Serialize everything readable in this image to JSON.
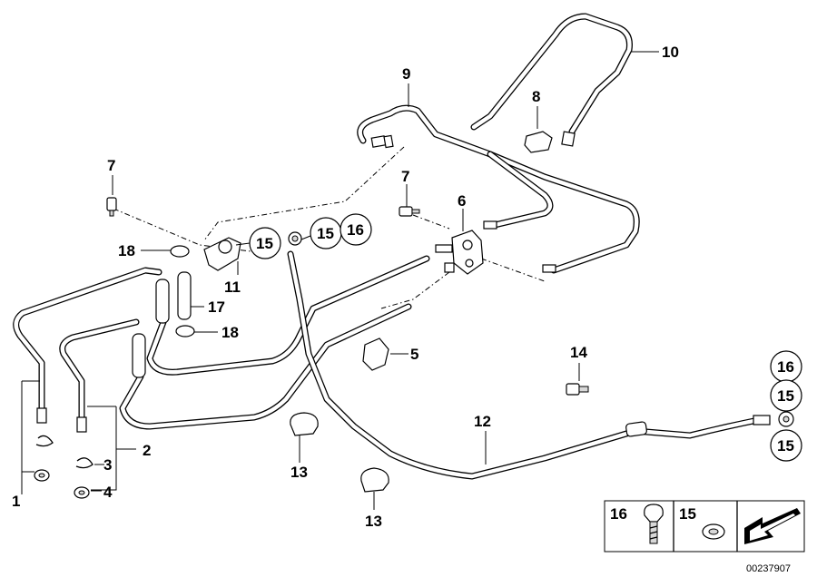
{
  "diagram": {
    "labels": {
      "p1": "1",
      "p2": "2",
      "p3": "3",
      "p4": "4",
      "p5": "5",
      "p6": "6",
      "p7a": "7",
      "p7b": "7",
      "p8": "8",
      "p9": "9",
      "p10": "10",
      "p11": "11",
      "p12": "12",
      "p13a": "13",
      "p13b": "13",
      "p14": "14",
      "p17": "17",
      "p18a": "18",
      "p18b": "18"
    },
    "circled": {
      "c15a": "15",
      "c15b": "15",
      "c16a": "16",
      "c16b": "16",
      "c15c": "15",
      "c15d": "15"
    },
    "legend": {
      "k16": "16",
      "k15": "15"
    },
    "drawing_number": "00237907"
  }
}
